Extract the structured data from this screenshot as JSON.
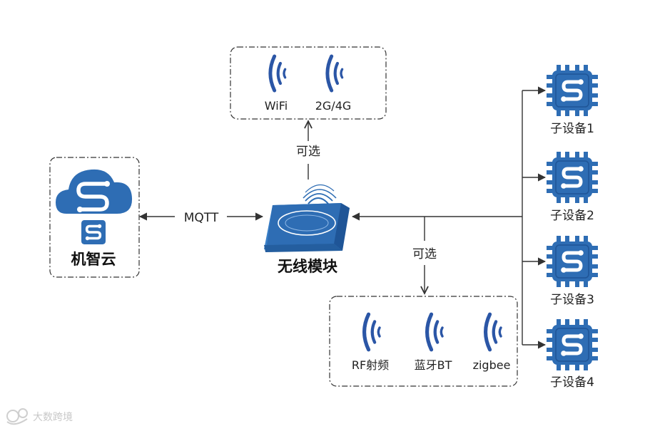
{
  "colors": {
    "primary_blue": "#2e6db4",
    "dark_blue": "#1f5597",
    "signal_blue": "#2b56a6",
    "line": "#333333",
    "dashed_border": "#333333"
  },
  "cloud": {
    "label": "机智云",
    "icon": "cloud-s-logo-icon"
  },
  "link_label": "MQTT",
  "module": {
    "label": "无线模块",
    "icon": "wireless-module-icon"
  },
  "top_group": {
    "optional_label": "可选",
    "items": [
      {
        "label": "WiFi",
        "icon": "signal-wave-icon"
      },
      {
        "label": "2G/4G",
        "icon": "signal-wave-icon"
      }
    ]
  },
  "bottom_group": {
    "optional_label": "可选",
    "items": [
      {
        "label": "RF射频",
        "icon": "signal-wave-icon"
      },
      {
        "label": "蓝牙BT",
        "icon": "signal-wave-icon"
      },
      {
        "label": "zigbee",
        "icon": "signal-wave-icon"
      }
    ]
  },
  "sub_devices": [
    {
      "label": "子设备1",
      "icon": "chip-icon"
    },
    {
      "label": "子设备2",
      "icon": "chip-icon"
    },
    {
      "label": "子设备3",
      "icon": "chip-icon"
    },
    {
      "label": "子设备4",
      "icon": "chip-icon"
    }
  ],
  "watermark": {
    "text": "大数跨境",
    "icon": "watermark-logo-icon"
  }
}
